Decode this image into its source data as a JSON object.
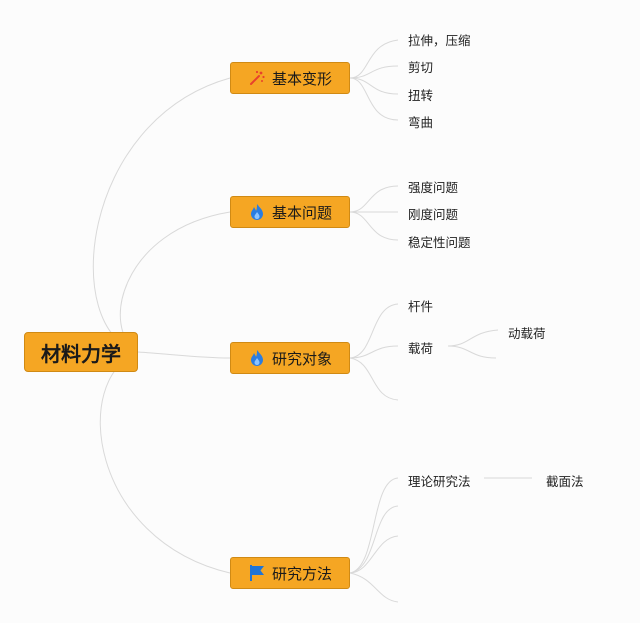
{
  "root": {
    "label": "材料力学"
  },
  "topics": [
    {
      "label": "基本变形",
      "icon": "sparkle-wand-icon"
    },
    {
      "label": "基本问题",
      "icon": "flame-icon"
    },
    {
      "label": "研究对象",
      "icon": "flame-icon"
    },
    {
      "label": "研究方法",
      "icon": "flag-icon"
    }
  ],
  "leaves": {
    "t1": [
      "拉伸，压缩",
      "剪切",
      "扭转",
      "弯曲"
    ],
    "t2": [
      "强度问题",
      "刚度问题",
      "稳定性问题"
    ],
    "t3": [
      "杆件",
      "载荷"
    ],
    "t3_sub": "动载荷",
    "t4": [
      "理论研究法"
    ],
    "t4_sub": "截面法"
  },
  "colors": {
    "node_fill": "#f5a623",
    "node_border": "#d08a14",
    "connector": "#d9d9d9",
    "flame": "#2a7de1",
    "flag": "#1e74d6",
    "wand": "#e8412c"
  }
}
